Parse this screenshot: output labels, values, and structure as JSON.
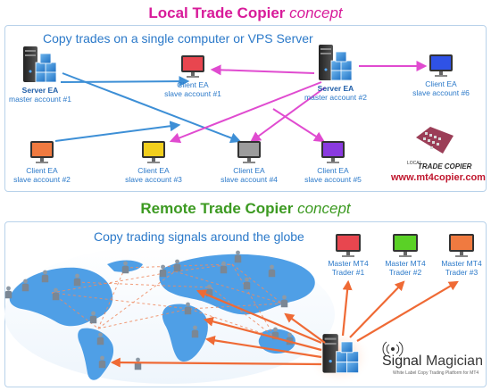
{
  "top": {
    "title_main": "Local Trade Copier ",
    "title_em": "concept",
    "subtitle": "Copy trades on a single computer or VPS Server",
    "servers": [
      {
        "name": "Server EA",
        "account": "master account #1"
      },
      {
        "name": "Server EA",
        "account": "master account #2"
      }
    ],
    "clients": [
      {
        "name": "Client EA",
        "account": "slave account #1",
        "color": "#e8464f"
      },
      {
        "name": "Client EA",
        "account": "slave account #2",
        "color": "#f07a40"
      },
      {
        "name": "Client EA",
        "account": "slave account #3",
        "color": "#f2cf1d"
      },
      {
        "name": "Client EA",
        "account": "slave account #4",
        "color": "#9c9c9c"
      },
      {
        "name": "Client EA",
        "account": "slave account #5",
        "color": "#8a3ae0"
      },
      {
        "name": "Client EA",
        "account": "slave account #6",
        "color": "#2f52e6"
      }
    ],
    "logo": {
      "line1": "LOCAL",
      "line2": "TRADE COPIER"
    },
    "website": "www.mt4copier.com"
  },
  "bottom": {
    "title_main": "Remote Trade Copier ",
    "title_em": "concept",
    "subtitle": "Copy trading signals around the globe",
    "masters": [
      {
        "name": "Master MT4",
        "trader": "Trader #1",
        "color": "#e8464f"
      },
      {
        "name": "Master MT4",
        "trader": "Trader #2",
        "color": "#5ad126"
      },
      {
        "name": "Master MT4",
        "trader": "Trader #3",
        "color": "#f07a40"
      }
    ],
    "brand": {
      "word1": "Signal",
      "word2": "Magician",
      "tagline": "White Label Copy Trading Platform for MT4"
    }
  },
  "colors": {
    "accent_top": "#d81b9a",
    "accent_bottom": "#3c9a21",
    "blue_text": "#2b79c9",
    "arrow_blue": "#3d8fd6",
    "arrow_pink": "#e04bd0",
    "arrow_orange": "#ef6a35"
  }
}
